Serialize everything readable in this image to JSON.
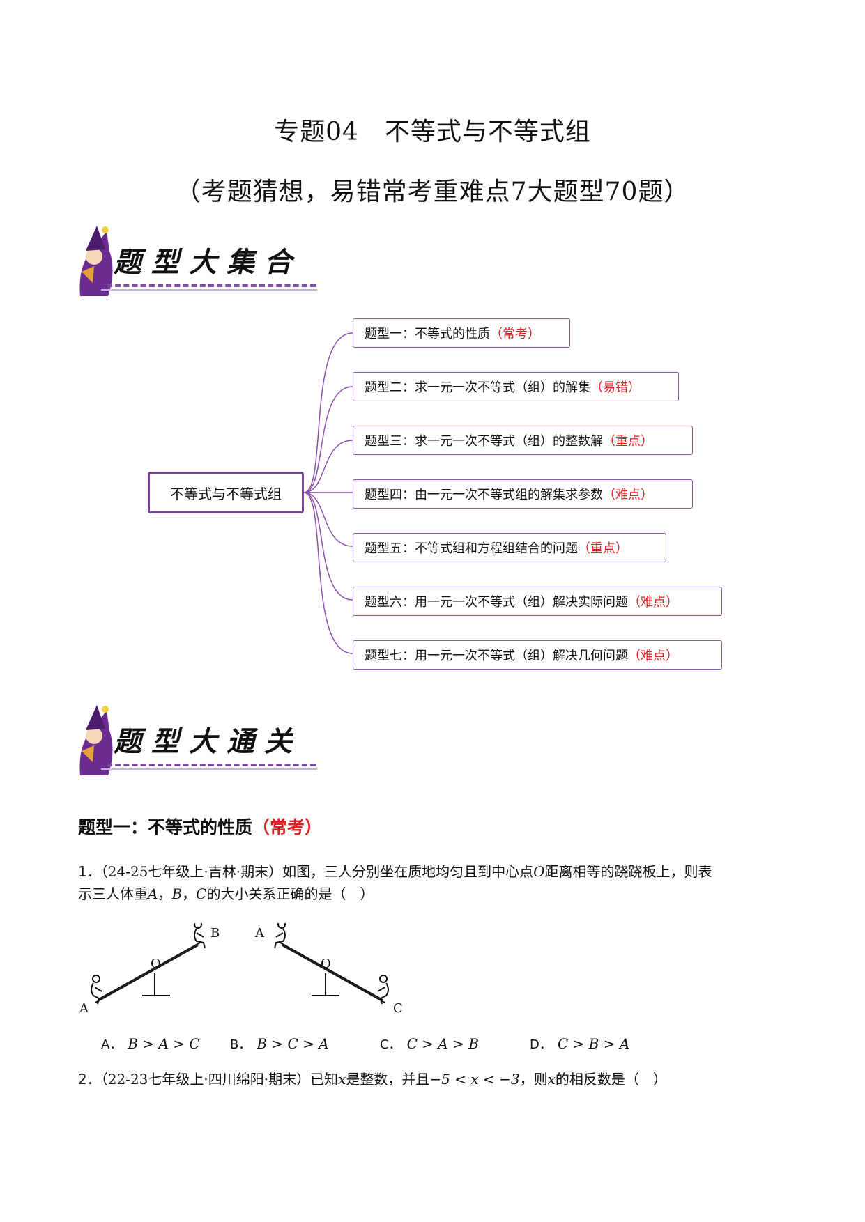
{
  "doc": {
    "title": "专题04　不等式与不等式组",
    "subtitle": "（考题猜想，易错常考重难点7大题型70题）"
  },
  "banners": {
    "collection": "题型大集合",
    "pass": "题型大通关"
  },
  "mindmap": {
    "root": "不等式与不等式组",
    "nodes": [
      {
        "label": "题型一：不等式的性质",
        "tag": "（常考）"
      },
      {
        "label": "题型二：求一元一次不等式（组）的解集",
        "tag": "（易错）"
      },
      {
        "label": "题型三：求一元一次不等式（组）的整数解",
        "tag": "（重点）"
      },
      {
        "label": "题型四：由一元一次不等式组的解集求参数",
        "tag": "（难点）"
      },
      {
        "label": "题型五：不等式组和方程组结合的问题",
        "tag": "（重点）"
      },
      {
        "label": "题型六：用一元一次不等式（组）解决实际问题",
        "tag": "（难点）"
      },
      {
        "label": "题型七：用一元一次不等式（组）解决几何问题",
        "tag": "（难点）"
      }
    ]
  },
  "section1": {
    "heading": "题型一：不等式的性质",
    "tag": "（常考）"
  },
  "q1": {
    "num": "1．",
    "source": "（24-25七年级上·吉林·期末）",
    "text_a": "如图，三人分别坐在质地均匀且到中心点",
    "point_o": "O",
    "text_b": "距离相等的跷跷板上，则表",
    "text_c": "示三人体重",
    "var_a": "A",
    "comma1": "，",
    "var_b": "B",
    "comma2": "，",
    "var_c": "C",
    "text_d": "的大小关系正确的是（　）",
    "figure": {
      "left": {
        "low": "A",
        "center": "O",
        "high": "B"
      },
      "right": {
        "high": "A",
        "center": "O",
        "low": "C"
      }
    },
    "options": [
      {
        "label": "A．",
        "expr": "B > A > C"
      },
      {
        "label": "B．",
        "expr": "B > C > A"
      },
      {
        "label": "C．",
        "expr": "C > A > B"
      },
      {
        "label": "D．",
        "expr": "C > B > A"
      }
    ]
  },
  "q2": {
    "num": "2．",
    "source": "（22-23七年级上·四川绵阳·期末）",
    "text_a": "已知",
    "var_x": "x",
    "text_b": "是整数，并且",
    "ineq": "−5 < x < −3",
    "text_c": "，则",
    "var_x2": "x",
    "text_d": "的相反数是（　）"
  },
  "colors": {
    "accent": "#7b3f9e",
    "red": "#e02020"
  }
}
